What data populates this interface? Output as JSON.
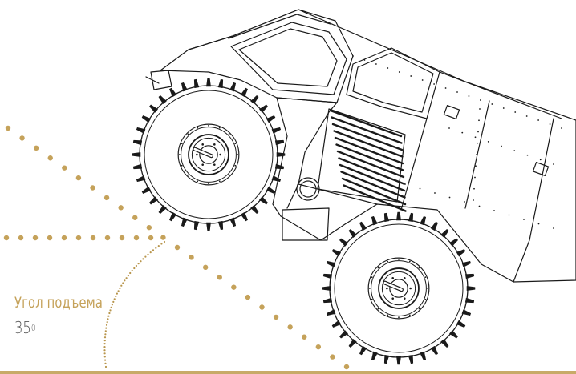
{
  "caption": {
    "title": "Угол подъема",
    "value_number": "35",
    "value_unit": "0"
  },
  "colors": {
    "accent": "#c5a25a",
    "accent_dark": "#b8954c",
    "line": "#1a1a1a",
    "value_text": "#555555",
    "bottom_rule": "#c8aa68"
  },
  "diagram": {
    "vehicle_icon": "amphibious-atv-line-drawing",
    "angle_marker_icon": "climb-angle-dotted-arc"
  }
}
